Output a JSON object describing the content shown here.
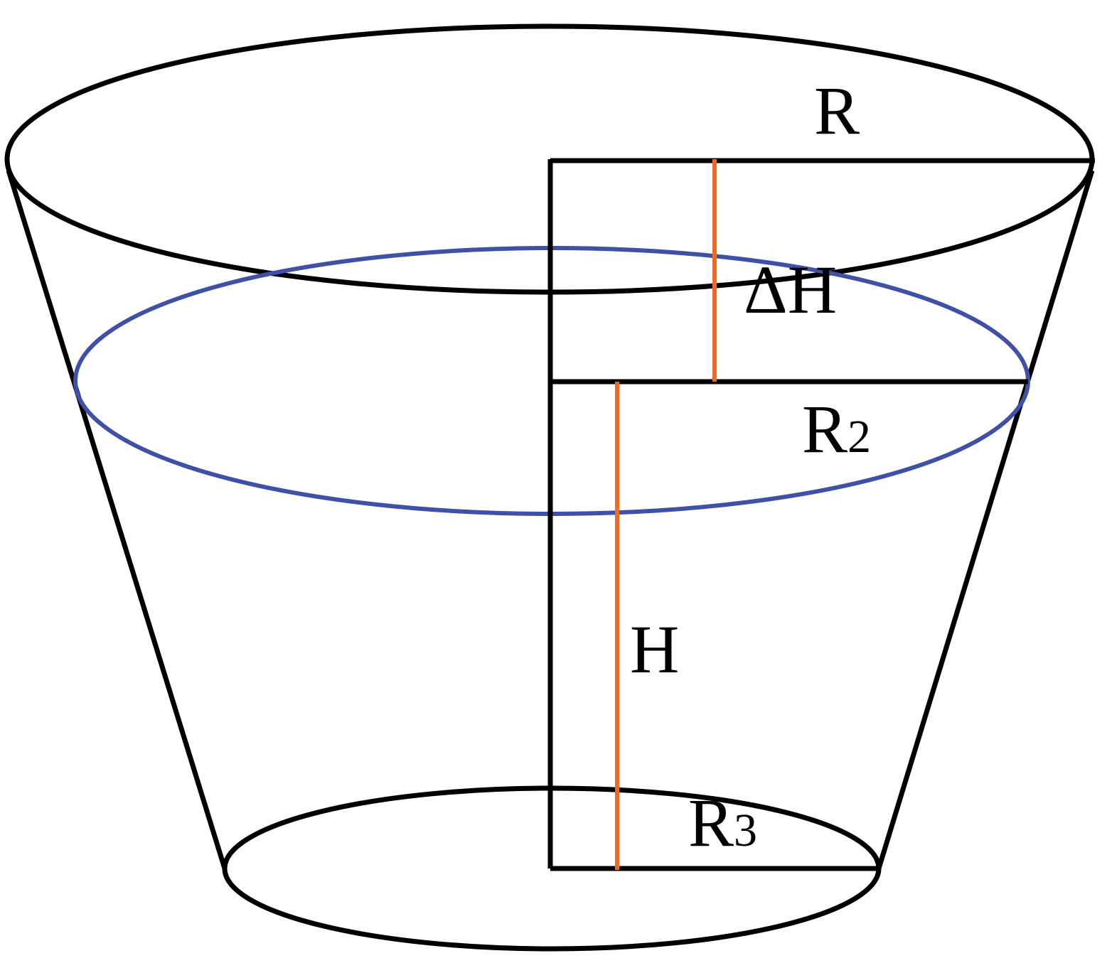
{
  "diagram": {
    "colors": {
      "outline": "#000000",
      "water_surface": "#3f51a6",
      "height_marker": "#f26a21",
      "background": "#ffffff"
    },
    "labels": {
      "top_radius": "R",
      "water_radius_letter": "R",
      "water_radius_index": "2",
      "delta_height": "ΔH",
      "height": "H",
      "bottom_radius_letter": "R",
      "bottom_radius_index": "3"
    }
  }
}
